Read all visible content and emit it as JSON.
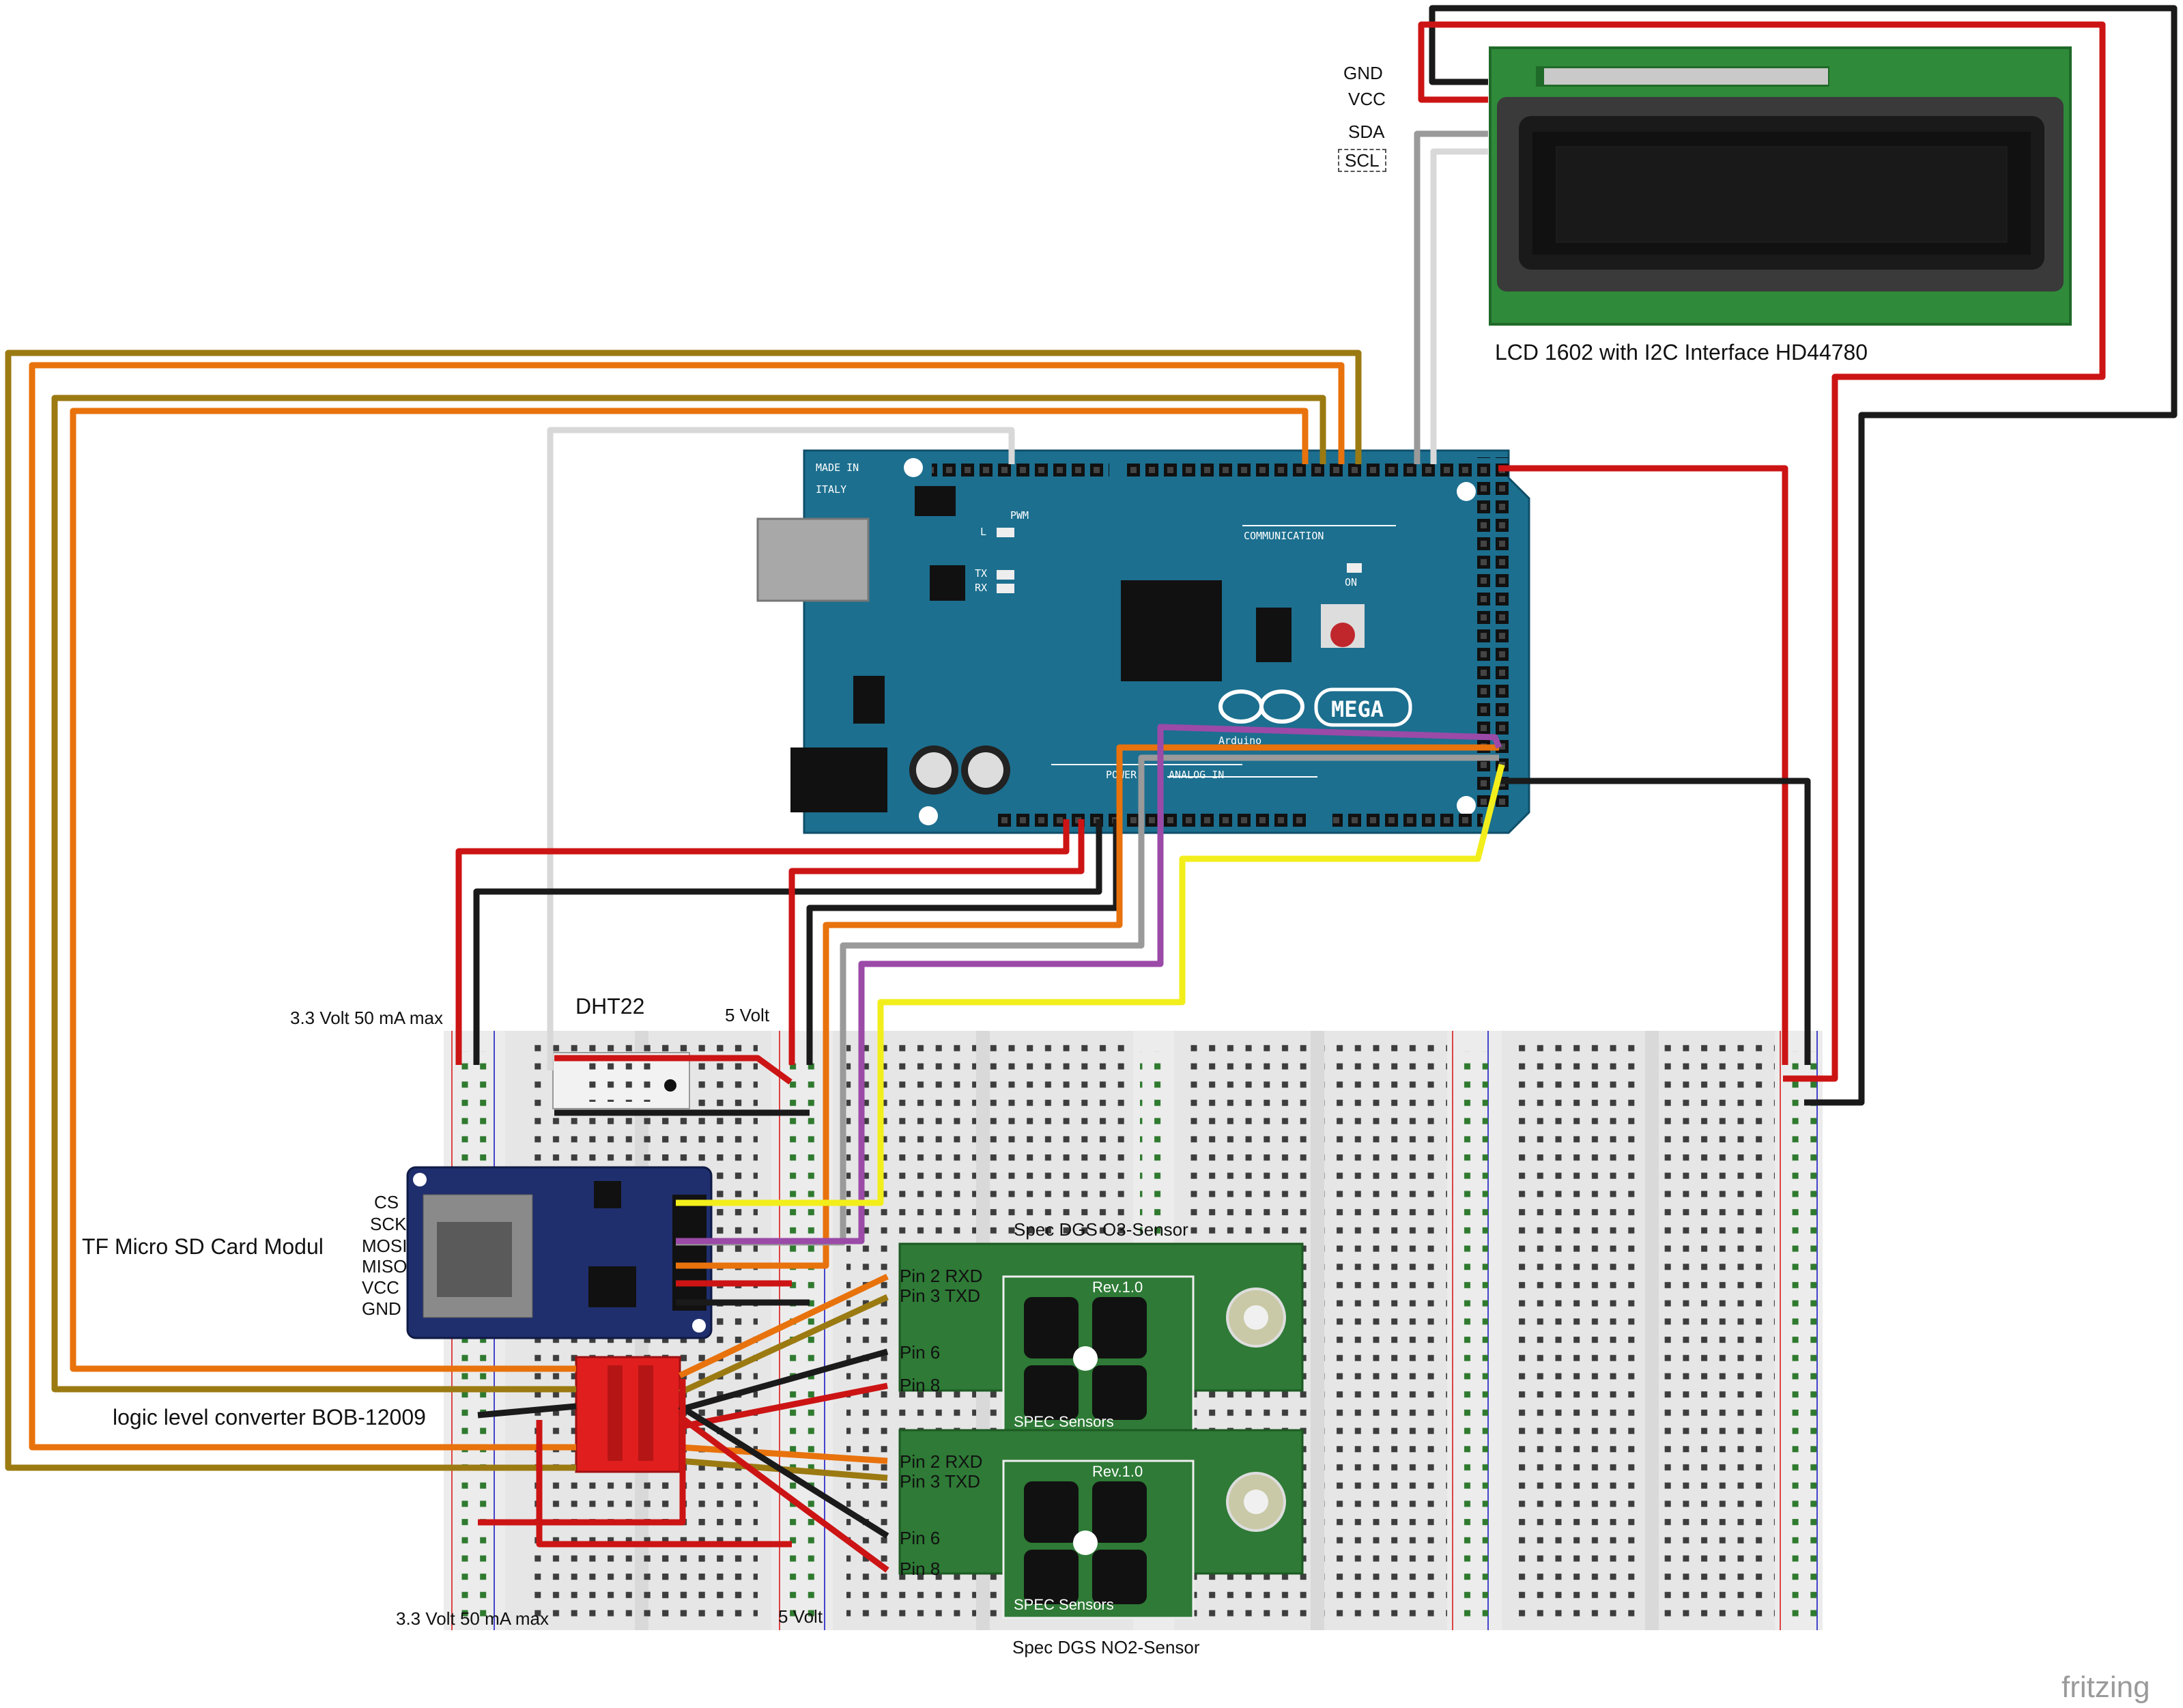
{
  "diagram": {
    "lcd": {
      "title": "LCD 1602 with I2C Interface HD44780",
      "pins": [
        "GND",
        "VCC",
        "SDA",
        "SCL"
      ]
    },
    "arduino": {
      "made_in": "MADE IN",
      "country": "ITALY",
      "model": "MEGA",
      "brand": "Arduino",
      "sections": {
        "pwm": "PWM",
        "communication": "COMMUNICATION",
        "power": "POWER",
        "analog_in": "ANALOG IN"
      },
      "leds": {
        "l": "L",
        "tx": "TX",
        "rx": "RX",
        "on": "ON"
      }
    },
    "labels": {
      "dht22": "DHT22",
      "rail_33_top": "3.3 Volt 50 mA max",
      "rail_5_top": "5 Volt",
      "rail_33_bottom": "3.3 Volt 50 mA max",
      "rail_5_bottom": "5 Volt",
      "sd_module": "TF Micro SD Card Modul",
      "sd_pins": [
        "CS",
        "SCK",
        "MOSI",
        "MISO",
        "VCC",
        "GND"
      ],
      "level_converter": "logic level converter BOB-12009",
      "o3_sensor": "Spec DGS O3-Sensor",
      "no2_sensor": "Spec DGS NO2-Sensor",
      "sensor_pins": [
        "Pin 2 RXD",
        "Pin 3 TXD",
        "Pin 6",
        "Pin 8"
      ],
      "sensor_board_brand": "SPEC Sensors",
      "sensor_board_rev": "Rev.1.0",
      "fritzing": "fritzing"
    },
    "colors": {
      "red": "#cc1414",
      "black": "#1a1a1a",
      "orange": "#e8720c",
      "olive": "#9b7a12",
      "gray": "#9a9a9a",
      "white_wire": "#d8d8d8",
      "yellow": "#f2ee1c",
      "purple": "#9b4aa8",
      "board_blue": "#1c6f8f",
      "lcd_green": "#2f8a3a",
      "sd_blue": "#1f2f6e",
      "converter_red": "#e01e1e"
    }
  }
}
